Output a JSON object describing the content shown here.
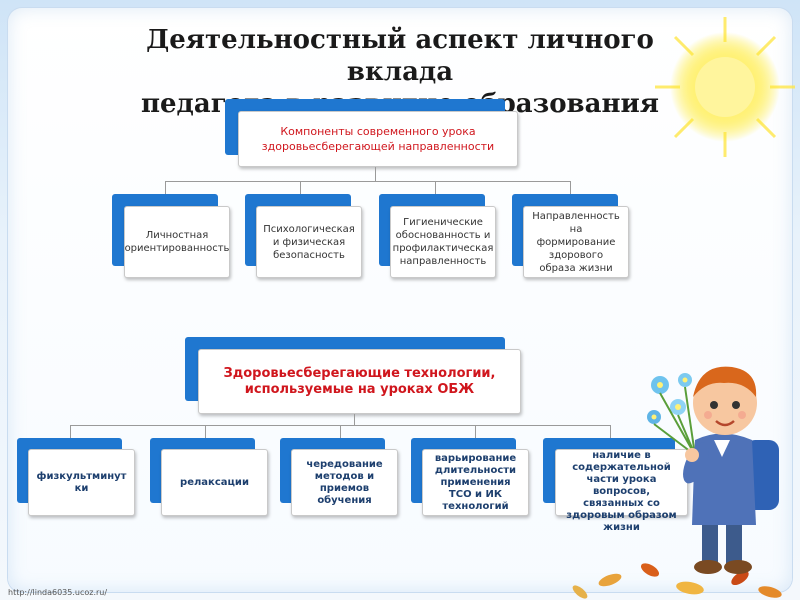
{
  "title": "Деятельностный аспект личного  вклада\nпедагога в развитие образования",
  "diagram1": {
    "root": "Компоненты современного урока здоровьесберегающей направленности",
    "children": [
      "Личностная ориентированность",
      "Психологическая и физическая безопасность",
      "Гигиенические обоснованность и профилактическая направленность",
      "Направленность на формирование здорового образа жизни"
    ]
  },
  "diagram2": {
    "root": "Здоровьесберегающие технологии, используемые на уроках ОБЖ",
    "children": [
      "физкультминут ки",
      "релаксации",
      "чередование методов и приемов обучения",
      "варьирование длительности применения ТСО и ИК технологий",
      "наличие в содержательной части урока вопросов, связанных со здоровым образом жизни"
    ]
  },
  "footer": "http://linda6035.ucoz.ru/",
  "colors": {
    "accent": "#1f77d0",
    "root_text": "#d0161d",
    "connector": "#9a9a9a"
  },
  "icons": [
    "sun-icon",
    "boy-with-flowers-illustration",
    "autumn-leaves-decoration"
  ]
}
